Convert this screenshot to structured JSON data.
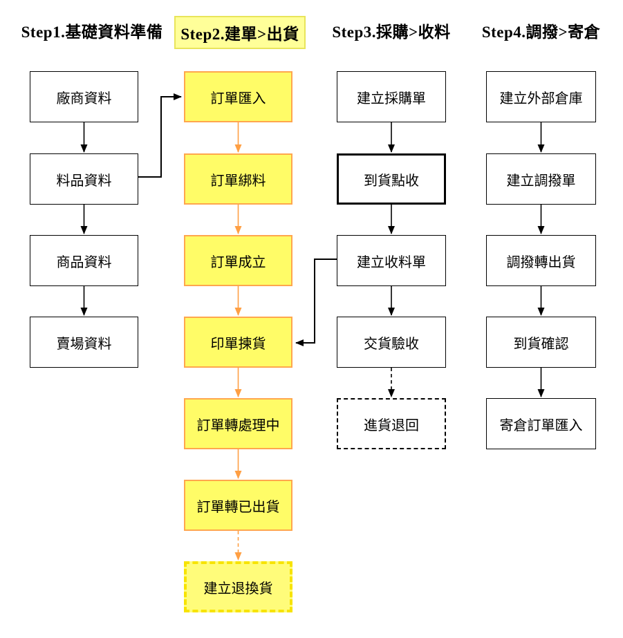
{
  "diagram": {
    "type": "flowchart",
    "language": "zh-TW",
    "columns": [
      {
        "id": "step1",
        "header": {
          "label": "Step1.基礎資料準備",
          "highlighted": false
        },
        "boxes": [
          {
            "id": "vendor-data",
            "label": "廠商資料",
            "style": "plain"
          },
          {
            "id": "material-data",
            "label": "料品資料",
            "style": "plain"
          },
          {
            "id": "product-data",
            "label": "商品資料",
            "style": "plain"
          },
          {
            "id": "store-data",
            "label": "賣場資料",
            "style": "plain"
          }
        ]
      },
      {
        "id": "step2",
        "header": {
          "label": "Step2.建單>出貨",
          "highlighted": true
        },
        "boxes": [
          {
            "id": "order-import",
            "label": "訂單匯入",
            "style": "yellow"
          },
          {
            "id": "order-bind-material",
            "label": "訂單綁料",
            "style": "yellow"
          },
          {
            "id": "order-established",
            "label": "訂單成立",
            "style": "yellow"
          },
          {
            "id": "print-pick",
            "label": "印單揀貨",
            "style": "yellow"
          },
          {
            "id": "order-processing",
            "label": "訂單轉處理中",
            "style": "yellow"
          },
          {
            "id": "order-shipped",
            "label": "訂單轉已出貨",
            "style": "yellow"
          },
          {
            "id": "create-return-exchange",
            "label": "建立退換貨",
            "style": "yellow-dashed"
          }
        ]
      },
      {
        "id": "step3",
        "header": {
          "label": "Step3.採購>收料",
          "highlighted": false
        },
        "boxes": [
          {
            "id": "create-purchase-order",
            "label": "建立採購單",
            "style": "plain"
          },
          {
            "id": "arrival-checkin",
            "label": "到貨點收",
            "style": "plain-thick"
          },
          {
            "id": "create-receipt",
            "label": "建立收料單",
            "style": "plain"
          },
          {
            "id": "delivery-acceptance",
            "label": "交貨驗收",
            "style": "plain"
          },
          {
            "id": "purchase-return",
            "label": "進貨退回",
            "style": "plain-dashed"
          }
        ]
      },
      {
        "id": "step4",
        "header": {
          "label": "Step4.調撥>寄倉",
          "highlighted": false
        },
        "boxes": [
          {
            "id": "create-external-warehouse",
            "label": "建立外部倉庫",
            "style": "plain"
          },
          {
            "id": "create-transfer-order",
            "label": "建立調撥單",
            "style": "plain"
          },
          {
            "id": "transfer-to-shipment",
            "label": "調撥轉出貨",
            "style": "plain"
          },
          {
            "id": "arrival-confirmation",
            "label": "到貨確認",
            "style": "plain"
          },
          {
            "id": "consignment-order-import",
            "label": "寄倉訂單匯入",
            "style": "plain"
          }
        ]
      }
    ],
    "edges": [
      {
        "from": "vendor-data",
        "to": "material-data",
        "color": "black",
        "line": "solid"
      },
      {
        "from": "material-data",
        "to": "product-data",
        "color": "black",
        "line": "solid"
      },
      {
        "from": "product-data",
        "to": "store-data",
        "color": "black",
        "line": "solid"
      },
      {
        "from": "material-data",
        "to": "order-import",
        "color": "black",
        "line": "solid",
        "routing": "right-up-right"
      },
      {
        "from": "order-import",
        "to": "order-bind-material",
        "color": "orange",
        "line": "solid"
      },
      {
        "from": "order-bind-material",
        "to": "order-established",
        "color": "orange",
        "line": "solid"
      },
      {
        "from": "order-established",
        "to": "print-pick",
        "color": "orange",
        "line": "solid"
      },
      {
        "from": "print-pick",
        "to": "order-processing",
        "color": "orange",
        "line": "solid"
      },
      {
        "from": "order-processing",
        "to": "order-shipped",
        "color": "orange",
        "line": "solid"
      },
      {
        "from": "order-shipped",
        "to": "create-return-exchange",
        "color": "orange",
        "line": "dashed"
      },
      {
        "from": "create-purchase-order",
        "to": "arrival-checkin",
        "color": "black",
        "line": "solid"
      },
      {
        "from": "arrival-checkin",
        "to": "create-receipt",
        "color": "black",
        "line": "solid"
      },
      {
        "from": "create-receipt",
        "to": "delivery-acceptance",
        "color": "black",
        "line": "solid"
      },
      {
        "from": "delivery-acceptance",
        "to": "purchase-return",
        "color": "black",
        "line": "dashed"
      },
      {
        "from": "create-receipt",
        "to": "print-pick",
        "color": "black",
        "line": "solid",
        "routing": "left-down-left"
      },
      {
        "from": "create-external-warehouse",
        "to": "create-transfer-order",
        "color": "black",
        "line": "solid"
      },
      {
        "from": "create-transfer-order",
        "to": "transfer-to-shipment",
        "color": "black",
        "line": "solid"
      },
      {
        "from": "transfer-to-shipment",
        "to": "arrival-confirmation",
        "color": "black",
        "line": "solid"
      },
      {
        "from": "arrival-confirmation",
        "to": "consignment-order-import",
        "color": "black",
        "line": "solid"
      }
    ],
    "colors": {
      "node_fill_yellow": "#FFFC67",
      "node_border_orange": "#FFA64D",
      "header_highlight_fill": "#FFFF99",
      "dashed_yellow_border": "#F7E300",
      "arrow_orange": "#FF9F43",
      "arrow_black": "#000000",
      "background": "#FFFFFF"
    }
  }
}
